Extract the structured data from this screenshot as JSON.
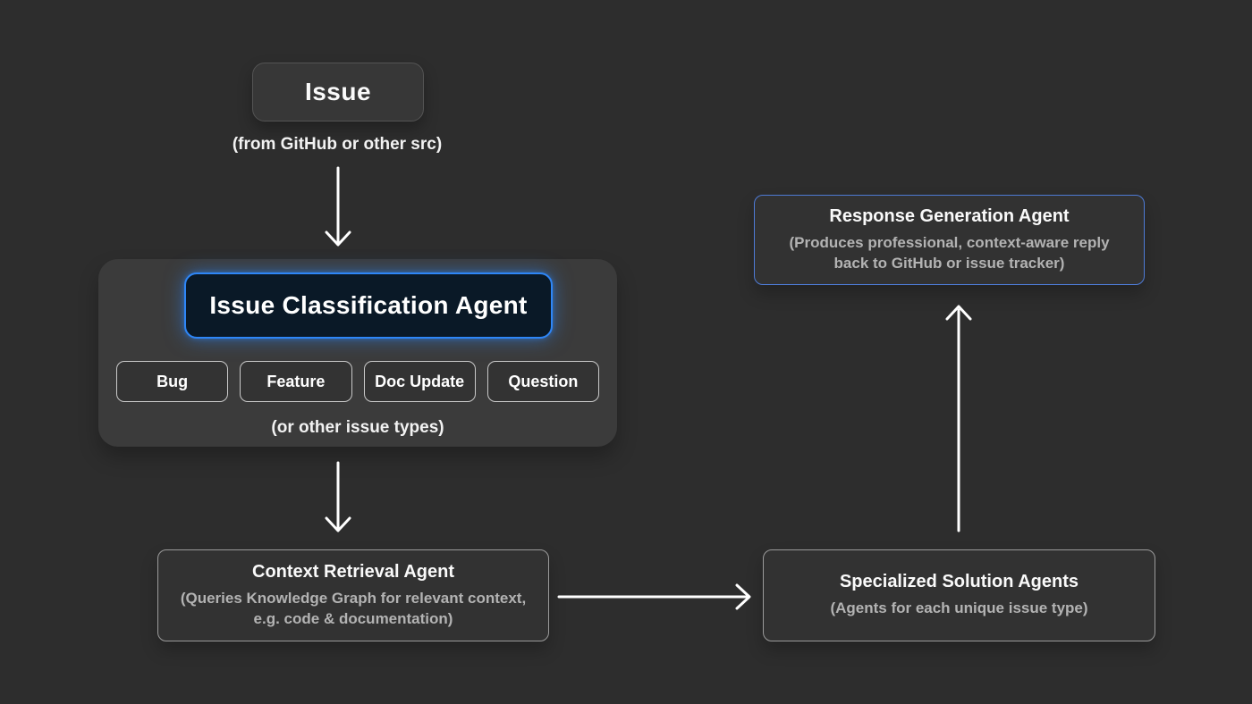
{
  "colors": {
    "background": "#2d2d2d",
    "panel": "#3b3b3b",
    "node_fill": "#323232",
    "accent_blue": "#2e86f7",
    "response_border_blue": "#4e7bd6",
    "arrow": "#ffffff",
    "muted_text": "#b3b3b3"
  },
  "diagram": {
    "issue": {
      "label": "Issue",
      "source_note": "(from GitHub or other src)"
    },
    "classification": {
      "title": "Issue Classification Agent",
      "tags": [
        "Bug",
        "Feature",
        "Doc Update",
        "Question"
      ],
      "note": "(or other issue types)"
    },
    "context_retrieval": {
      "title": "Context Retrieval Agent",
      "subtitle_line1": "(Queries Knowledge Graph for relevant context,",
      "subtitle_line2": "e.g. code & documentation)"
    },
    "specialized_solution": {
      "title": "Specialized Solution Agents",
      "subtitle": "(Agents for each unique issue type)"
    },
    "response_generation": {
      "title": "Response Generation Agent",
      "subtitle_line1": "(Produces professional, context-aware reply",
      "subtitle_line2": "back to GitHub or issue tracker)"
    }
  }
}
